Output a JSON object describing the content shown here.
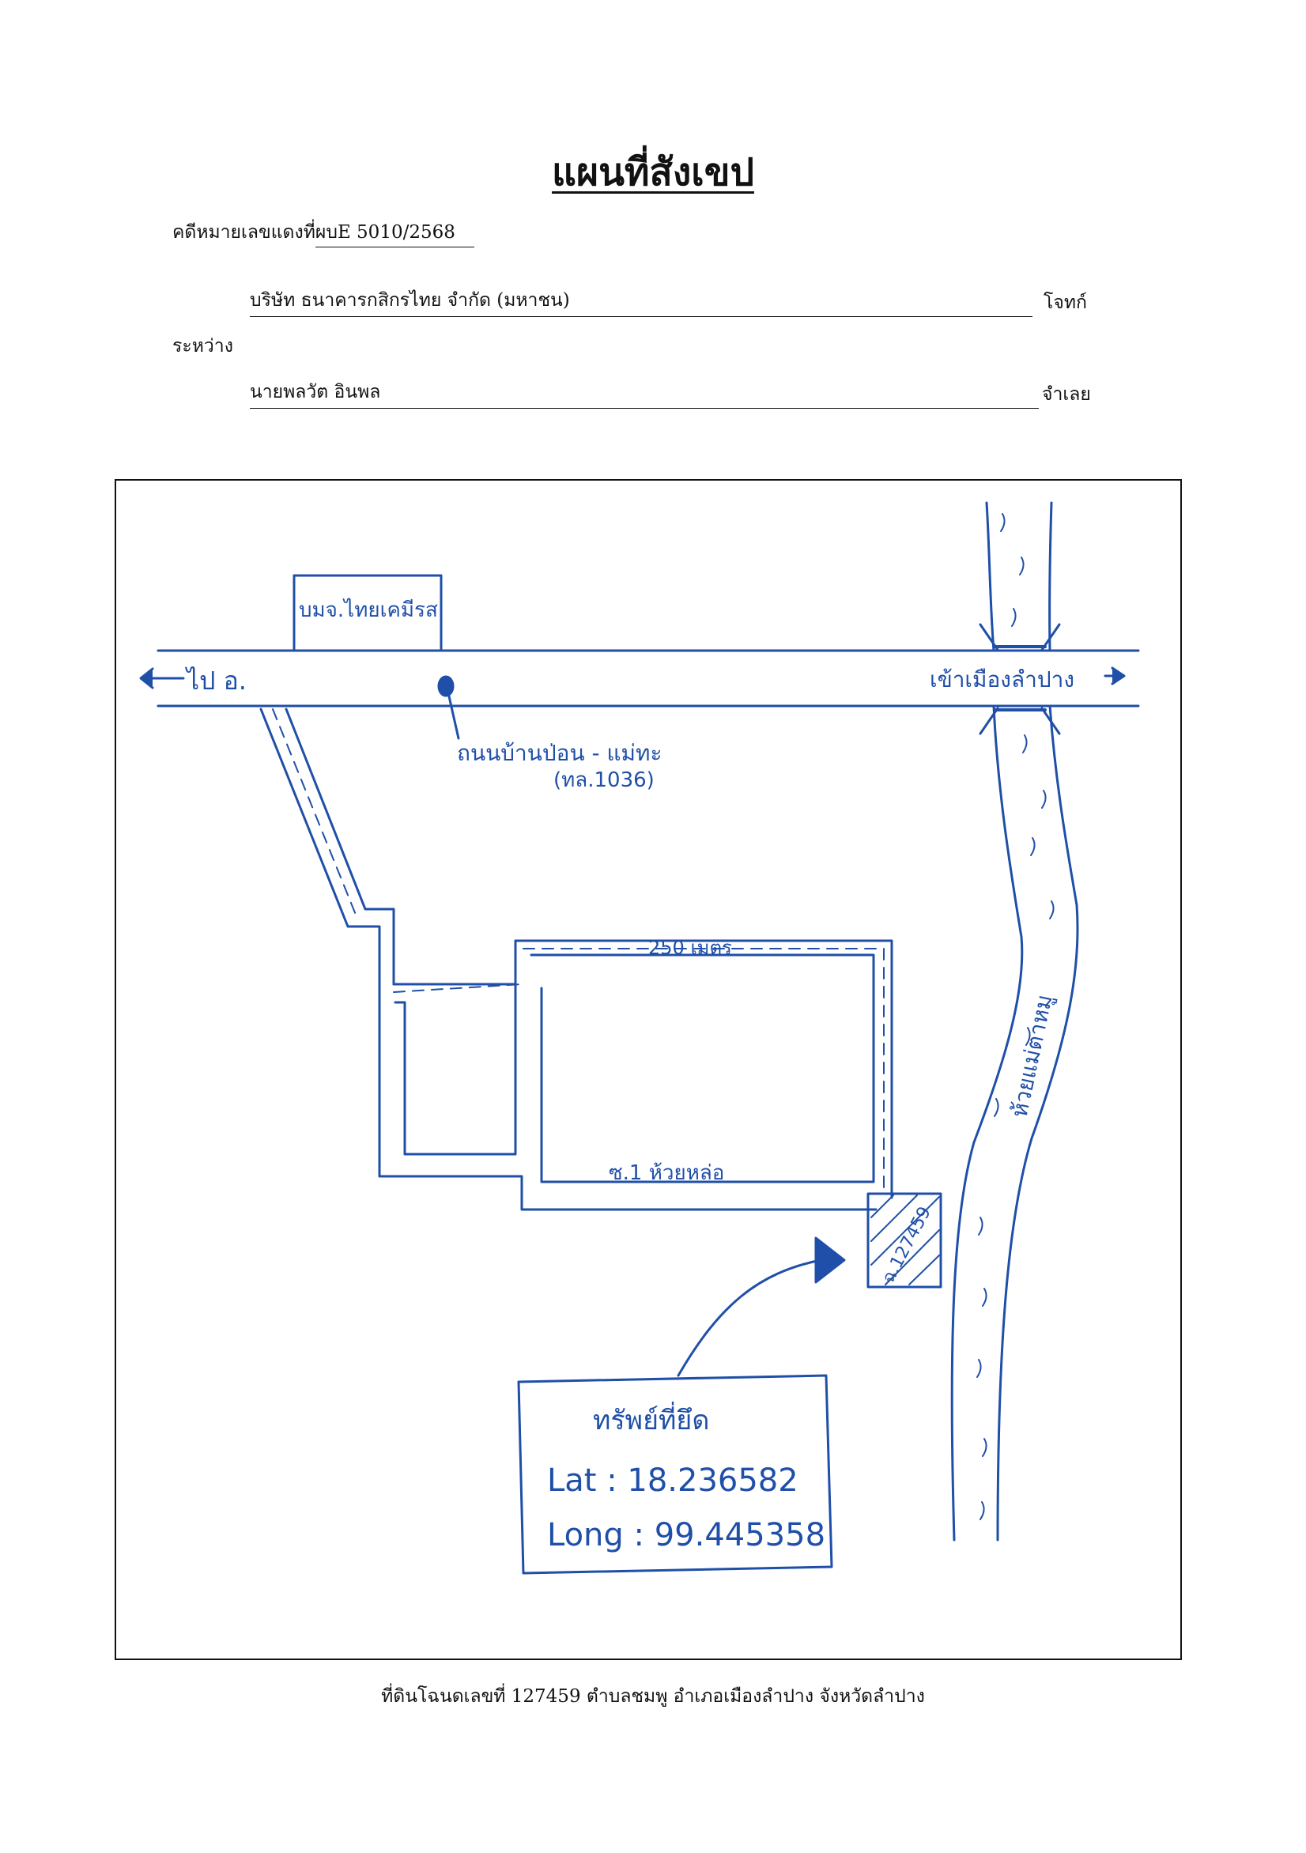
{
  "document": {
    "title": "แผนที่สังเขป",
    "case_label": "คดีหมายเลขแดงที่",
    "case_number": " ผบE 5010/2568",
    "plaintiff": {
      "name": "บริษัท ธนาคารกสิกรไทย จำกัด (มหาชน)",
      "role": "โจทก์"
    },
    "between_label": "ระหว่าง",
    "defendant": {
      "name": "นายพลวัต อินพล",
      "role": "จำเลย"
    },
    "footer": "ที่ดินโฉนดเลขที่ 127459 ตำบลชมพู  อำเภอเมืองลำปาง จังหวัดลำปาง"
  },
  "map": {
    "ink_color": "#1f4fa8",
    "labels": {
      "west_direction": "ไป อ.",
      "east_direction": "เข้าเมืองลำปาง",
      "landmark": "บมจ.ไทยเคมีรส",
      "main_road_name": "ถนนบ้านป่อน - แม่ทะ",
      "main_road_code": "(ทล.1036)",
      "top_lane_distance": "250 เมตร",
      "soi_label": "ซ.1 ห้วยหล่อ",
      "parcel_label": "ฉ.127459",
      "river_name": "ห้วยแม่ตาหมู",
      "property_heading": "ทรัพย์ที่ยึด",
      "lat_text": "Lat : 18.236582",
      "long_text": "Long : 99.445358"
    }
  }
}
